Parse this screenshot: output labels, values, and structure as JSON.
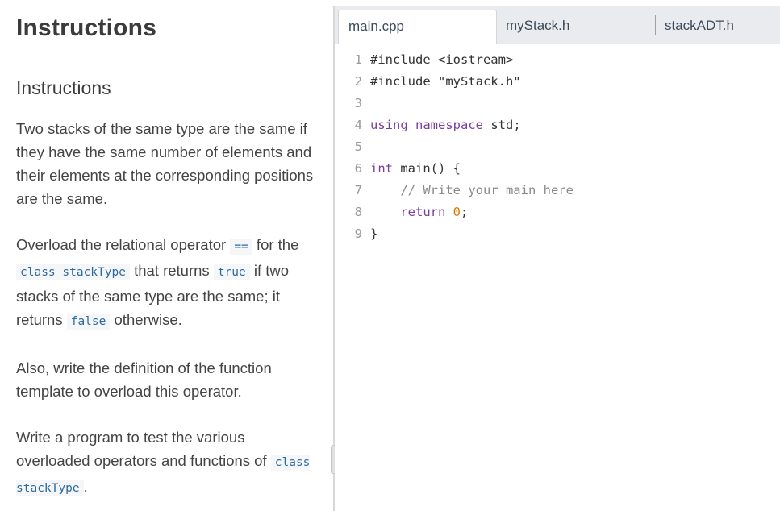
{
  "left_panel": {
    "title": "Instructions",
    "section_heading": "Instructions",
    "p1": "Two stacks of the same type are the same if they have the same number of elements and their elements at the corresponding positions are the same.",
    "p2": {
      "t1": "Overload the relational operator ",
      "c1": "==",
      "t2": " for the ",
      "c2": "class stackType",
      "t3": " that returns ",
      "c3": "true",
      "t4": " if two stacks of the same type are the same; it returns ",
      "c4": "false",
      "t5": " otherwise."
    },
    "p3": "Also, write the definition of the function template to overload this operator.",
    "p4": {
      "t1": "Write a program to test the various overloaded operators and functions of ",
      "c1": "class stackType",
      "t2": "."
    }
  },
  "editor": {
    "tabs": [
      {
        "label": "main.cpp",
        "active": true
      },
      {
        "label": "myStack.h",
        "active": false
      },
      {
        "label": "stackADT.h",
        "active": false
      }
    ],
    "lines": [
      {
        "n": "1",
        "parts": [
          {
            "t": "#include <iostream>",
            "c": "plain"
          }
        ]
      },
      {
        "n": "2",
        "parts": [
          {
            "t": "#include \"myStack.h\"",
            "c": "plain"
          }
        ]
      },
      {
        "n": "3",
        "parts": []
      },
      {
        "n": "4",
        "parts": [
          {
            "t": "using",
            "c": "kw"
          },
          {
            "t": " ",
            "c": "plain"
          },
          {
            "t": "namespace",
            "c": "kw"
          },
          {
            "t": " std;",
            "c": "plain"
          }
        ]
      },
      {
        "n": "5",
        "parts": []
      },
      {
        "n": "6",
        "parts": [
          {
            "t": "int",
            "c": "kw"
          },
          {
            "t": " main() {",
            "c": "plain"
          }
        ]
      },
      {
        "n": "7",
        "parts": [
          {
            "t": "    ",
            "c": "plain"
          },
          {
            "t": "// Write your main here",
            "c": "cm"
          }
        ]
      },
      {
        "n": "8",
        "parts": [
          {
            "t": "    ",
            "c": "plain"
          },
          {
            "t": "return",
            "c": "kw"
          },
          {
            "t": " ",
            "c": "plain"
          },
          {
            "t": "0",
            "c": "num"
          },
          {
            "t": ";",
            "c": "plain"
          }
        ]
      },
      {
        "n": "9",
        "parts": [
          {
            "t": "}",
            "c": "plain"
          }
        ]
      }
    ]
  }
}
